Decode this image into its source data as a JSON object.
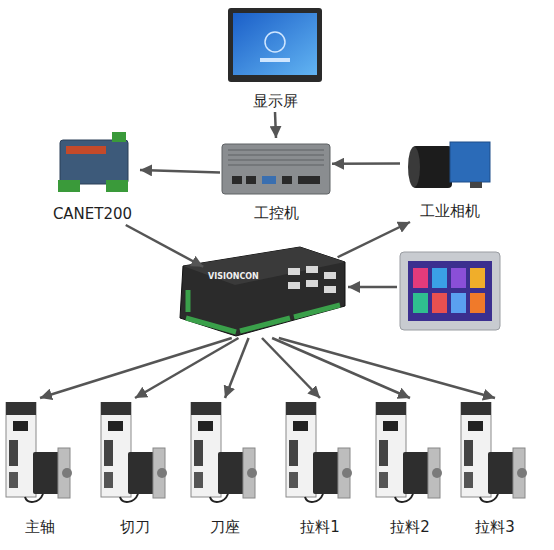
{
  "diagram": {
    "nodes": [
      {
        "text": [
          "显示屏"
        ]
      },
      {
        "text": [
          "CANET200"
        ]
      },
      {
        "text": [
          "工控机"
        ]
      },
      {
        "text": [
          "工业相机"
        ]
      },
      {
        "text": [
          "VISIONCON"
        ]
      },
      {
        "text": [
          "主轴"
        ]
      },
      {
        "text": [
          "切刀"
        ]
      },
      {
        "text": [
          "刀座"
        ]
      },
      {
        "text": [
          "拉料1"
        ]
      },
      {
        "text": [
          "拉料2"
        ]
      },
      {
        "text": [
          "拉料3"
        ]
      }
    ],
    "edges": [
      {
        "from": 0,
        "to": 2,
        "arrow": "to"
      },
      {
        "from": 2,
        "to": 1,
        "arrow": "to"
      },
      {
        "from": 3,
        "to": 2,
        "arrow": "to"
      },
      {
        "from": 1,
        "to": 4,
        "arrow": "to"
      },
      {
        "from": 4,
        "to": 3,
        "arrow": "to"
      },
      {
        "from": 4,
        "to": 5,
        "arrow": "to"
      },
      {
        "from": 4,
        "to": 6,
        "arrow": "to"
      },
      {
        "from": 4,
        "to": 7,
        "arrow": "to"
      },
      {
        "from": 4,
        "to": 8,
        "arrow": "to"
      },
      {
        "from": 4,
        "to": 9,
        "arrow": "to"
      },
      {
        "from": 4,
        "to": 10,
        "arrow": "to"
      }
    ]
  }
}
